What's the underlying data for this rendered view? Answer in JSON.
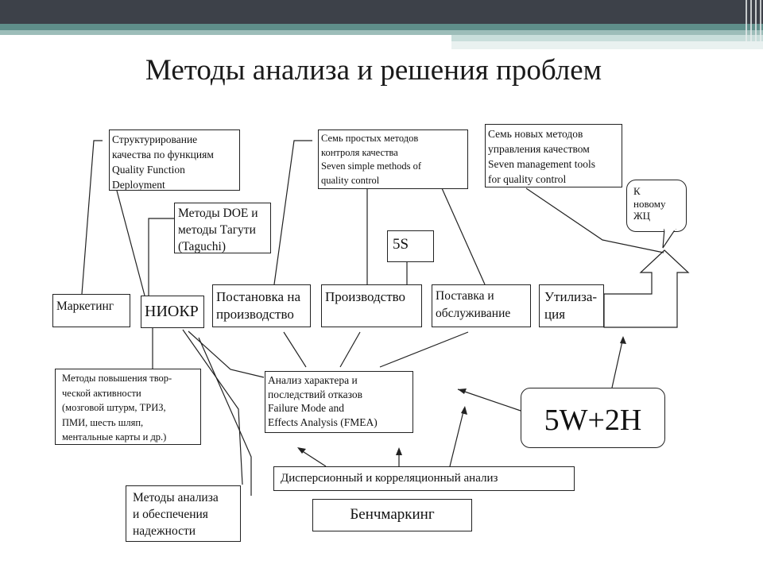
{
  "title": "Методы анализа и решения проблем",
  "boxes": {
    "qfd": "Структурирование\nкачества по функциям\nQuality Function\nDeployment",
    "doe": "Методы DOE и\nметоды Тагути\n(Taguchi)",
    "seven_simple": "Семь простых методов\nконтроля качества\nSeven simple methods of\nquality control",
    "seven_new": "Семь новых методов\nуправления качеством\nSeven management tools\nfor quality control",
    "to_new_lc": "К\nновому\nЖЦ",
    "five_s": "5S",
    "marketing": "Маркетинг",
    "niokr": "НИОКР",
    "launch": "Постановка на\nпроизводство",
    "production": "Производство",
    "delivery": "Поставка и\nобслуживание",
    "disposal": "Утилиза-\nция",
    "creativity": "Методы повышения твор-\nческой активности\n(мозговой штурм, ТРИЗ,\nПМИ, шесть шляп,\nментальные карты и др.)",
    "fmea": "Анализ характера и\nпоследствий отказов\nFailure Mode and\nEffects Analysis (FMEA)",
    "five_w": "5W+2H",
    "dispersion": "Дисперсионный и корреляционный анализ",
    "reliability": "Методы анализа\nи обеспечения\nнадежности",
    "benchmarking": "Бенчмаркинг"
  }
}
